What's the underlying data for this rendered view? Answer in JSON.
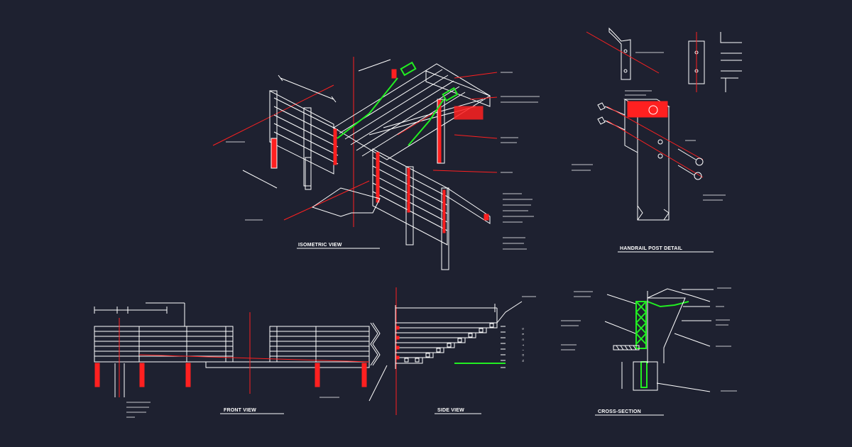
{
  "drawing": {
    "colors": {
      "background": "#1e2130",
      "line": "#ffffff",
      "accent_red": "#ff2020",
      "accent_green": "#22ee22"
    },
    "views": {
      "isometric": "ISOMETRIC VIEW",
      "handrail": "HANDRAIL POST DETAIL",
      "front": "FRONT VIEW",
      "side": "SIDE VIEW",
      "cross": "CROSS-SECTION"
    },
    "side_view_vertical_text": "SECTION"
  }
}
